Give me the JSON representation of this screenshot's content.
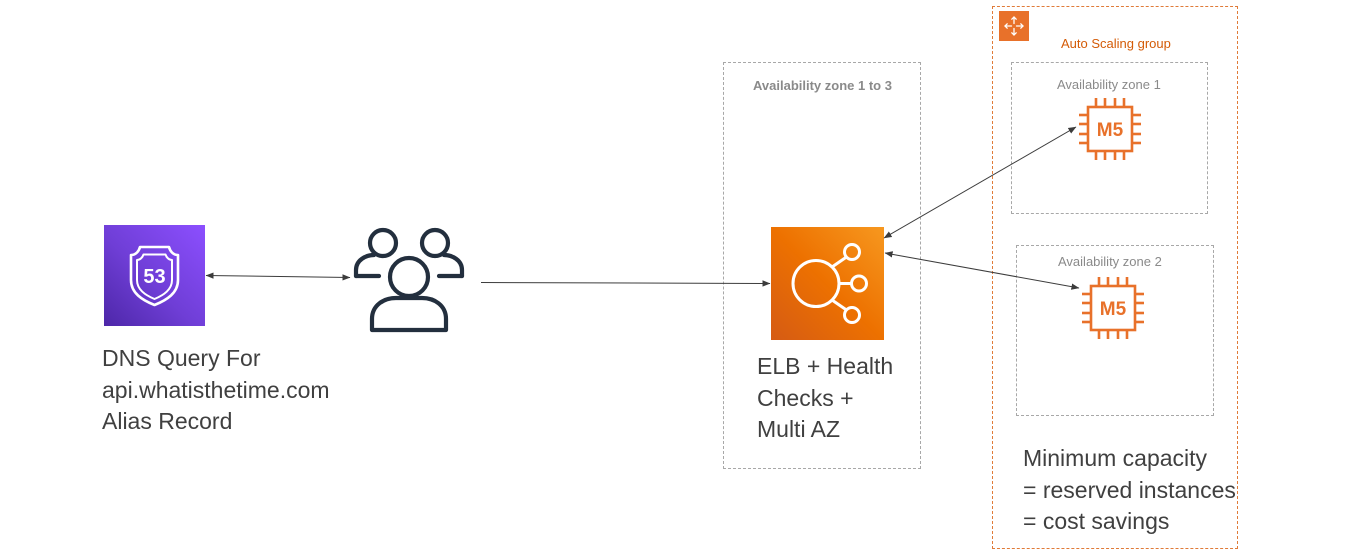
{
  "nodes": {
    "route53": {
      "icon": "route53-shield-icon",
      "number": "53",
      "color": "#8c4fff",
      "caption_lines": [
        "DNS Query For",
        "api.whatisthetime.com",
        "Alias Record"
      ]
    },
    "users": {
      "icon": "users-group-icon",
      "color": "#232f3e"
    },
    "elb": {
      "icon": "elb-load-balancer-icon",
      "color": "#ed7100",
      "caption_lines": [
        "ELB + Health",
        "Checks +",
        "Multi AZ"
      ]
    },
    "m5_instance_1": {
      "icon": "ec2-instance-chip-icon",
      "label": "M5",
      "color": "#e8712a"
    },
    "m5_instance_2": {
      "icon": "ec2-instance-chip-icon",
      "label": "M5",
      "color": "#e8712a"
    }
  },
  "groups": {
    "az_1_to_3": {
      "label": "Availability zone 1 to 3",
      "border_color": "#a8a8a8"
    },
    "az_1": {
      "label": "Availability zone 1",
      "border_color": "#a8a8a8"
    },
    "az_2": {
      "label": "Availability zone 2",
      "border_color": "#a8a8a8"
    },
    "auto_scaling_group": {
      "label": "Auto Scaling group",
      "icon": "auto-scaling-icon",
      "border_color": "#e07b39",
      "caption_lines": [
        "Minimum capacity",
        "= reserved instances",
        "= cost savings"
      ]
    }
  },
  "edges": [
    {
      "from": "route53",
      "to": "users",
      "direction": "both"
    },
    {
      "from": "users",
      "to": "elb",
      "direction": "forward"
    },
    {
      "from": "elb",
      "to": "m5_instance_1",
      "direction": "both"
    },
    {
      "from": "elb",
      "to": "m5_instance_2",
      "direction": "both"
    }
  ]
}
